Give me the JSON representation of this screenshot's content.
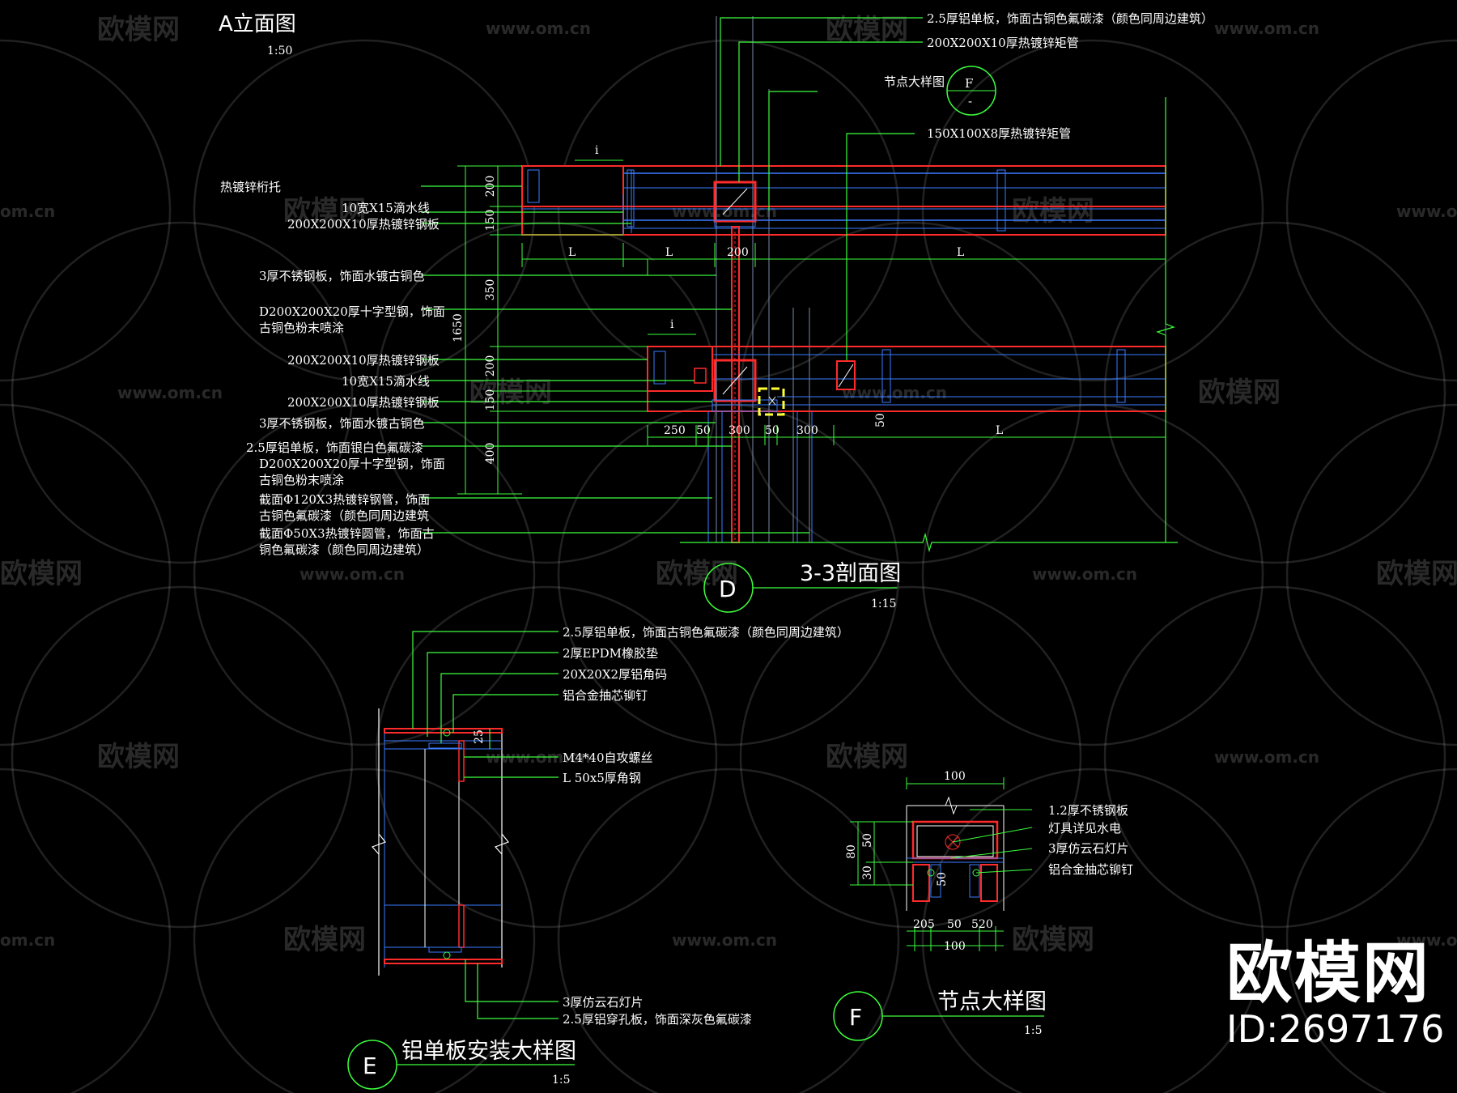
{
  "colors": {
    "background": "#000000",
    "structure": "#ff2a2a",
    "leader": "#3cff3c",
    "detail": "#3a7bff",
    "text": "#ffffff",
    "highlight": "#ffff33"
  },
  "watermark": {
    "brand": "欧模网",
    "url": "www.om.cn",
    "url_short": "om.cn"
  },
  "corner": {
    "brand": "欧模网",
    "id": "ID:2697176"
  },
  "top_left_label": {
    "title": "A立面图",
    "scale": "1:50"
  },
  "section_3_3": {
    "symbol": "D",
    "title": "3-3剖面图",
    "scale": "1:15",
    "callout": {
      "text": "节点大样图",
      "letter": "F",
      "sub": "-"
    },
    "right_labels": [
      "2.5厚铝单板，饰面古铜色氟碳漆（颜色同周边建筑）",
      "200X200X10厚热镀锌矩管",
      "150X100X8厚热镀锌矩管"
    ],
    "left_labels": [
      "热镀锌桁托",
      "10宽X15滴水线",
      "200X200X10厚热镀锌钢板",
      "3厚不锈钢板，饰面水镀古铜色",
      "D200X200X20厚十字型钢，饰面",
      "古铜色粉末喷涂",
      "200X200X10厚热镀锌钢板",
      "10宽X15滴水线",
      "200X200X10厚热镀锌钢板",
      "3厚不锈钢板，饰面水镀古铜色",
      "2.5厚铝单板，饰面银白色氟碳漆",
      "D200X200X20厚十字型钢，饰面",
      "古铜色粉末喷涂",
      "截面Φ120X3热镀锌钢管，饰面",
      "古铜色氟碳漆（颜色同周边建筑",
      "截面Φ50X3热镀锌圆管，饰面古",
      "铜色氟碳漆（颜色同周边建筑）"
    ],
    "dims_vertical": [
      "200",
      "150",
      "350",
      "1650",
      "200",
      "150",
      "400"
    ],
    "dims_top": [
      "L",
      "L",
      "200",
      "L"
    ],
    "dims_bottom": [
      "250",
      "50",
      "300",
      "50",
      "300",
      "50",
      "L"
    ],
    "section_marks": [
      "i",
      "i"
    ]
  },
  "detail_E": {
    "symbol": "E",
    "title": "铝单板安装大样图",
    "scale": "1:5",
    "labels": [
      "2.5厚铝单板，饰面古铜色氟碳漆（颜色同周边建筑）",
      "2厚EPDM橡胶垫",
      "20X20X2厚铝角码",
      "铝合金抽芯铆钉",
      "M4*40自攻螺丝",
      "L 50x5厚角钢",
      "3厚仿云石灯片",
      "2.5厚铝穿孔板，饰面深灰色氟碳漆"
    ],
    "dim": "25"
  },
  "detail_F": {
    "symbol": "F",
    "title": "节点大样图",
    "scale": "1:5",
    "labels": [
      "1.2厚不锈钢板",
      "灯具详见水电",
      "3厚仿云石灯片",
      "铝合金抽芯铆钉"
    ],
    "dims": {
      "top": "100",
      "left_outer": "80",
      "left_a": "50",
      "left_b": "30",
      "inner": "50",
      "bottom": [
        "205",
        "50",
        "520"
      ],
      "bottom_total": "100"
    }
  }
}
